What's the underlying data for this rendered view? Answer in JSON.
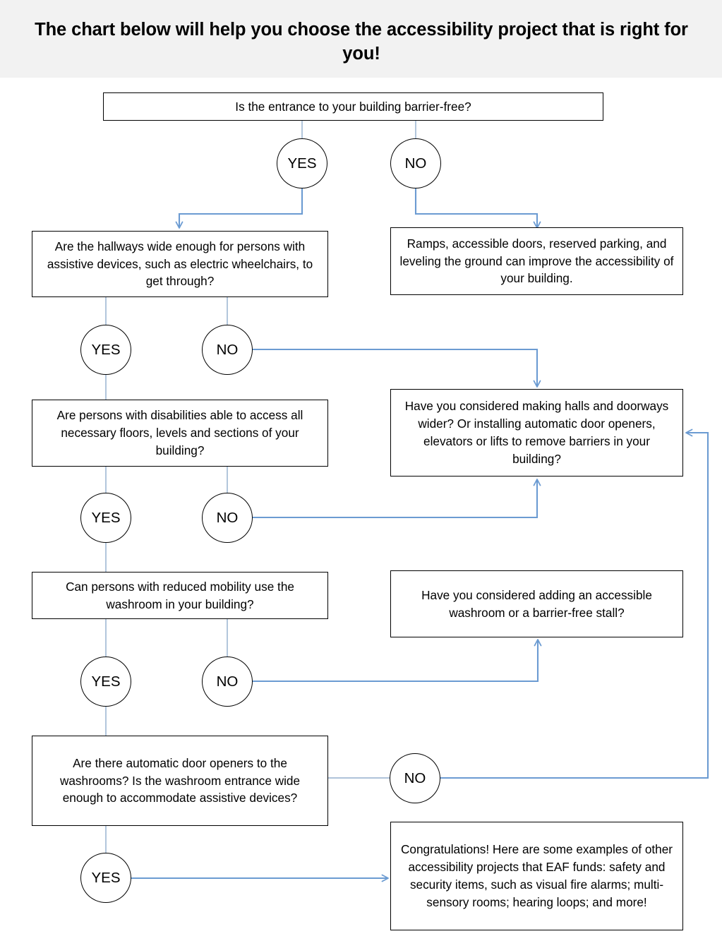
{
  "header": {
    "title": "The chart below will help you choose the accessibility project that is right for you!",
    "background_color": "#f2f2f2"
  },
  "colors": {
    "connector_blue": "#6b9bd2",
    "connector_thin": "#7f9fc4",
    "node_border": "#000000",
    "text": "#000000",
    "page_background": "#ffffff"
  },
  "chart_data": {
    "type": "diagram",
    "title": "The chart below will help you choose the accessibility project that is right for you!",
    "diagram_kind": "decision-flowchart",
    "nodes": [
      {
        "id": "q1",
        "kind": "question",
        "text": "Is the entrance to your building barrier-free?"
      },
      {
        "id": "q1-yes",
        "kind": "decision",
        "text": "YES"
      },
      {
        "id": "q1-no",
        "kind": "decision",
        "text": "NO"
      },
      {
        "id": "q2",
        "kind": "question",
        "text": "Are the hallways wide enough for persons with assistive devices, such as electric wheelchairs, to get through?"
      },
      {
        "id": "a1",
        "kind": "outcome",
        "text": "Ramps, accessible doors, reserved parking, and leveling the ground can improve the accessibility of your building."
      },
      {
        "id": "q2-yes",
        "kind": "decision",
        "text": "YES"
      },
      {
        "id": "q2-no",
        "kind": "decision",
        "text": "NO"
      },
      {
        "id": "q3",
        "kind": "question",
        "text": "Are persons with disabilities able to access all necessary floors, levels and sections of your building?"
      },
      {
        "id": "a2",
        "kind": "outcome",
        "text": "Have you considered making halls and doorways wider? Or installing automatic door openers, elevators or lifts to remove barriers in your building?"
      },
      {
        "id": "q3-yes",
        "kind": "decision",
        "text": "YES"
      },
      {
        "id": "q3-no",
        "kind": "decision",
        "text": "NO"
      },
      {
        "id": "q4",
        "kind": "question",
        "text": "Can persons with reduced mobility use the washroom in your building?"
      },
      {
        "id": "a3",
        "kind": "outcome",
        "text": "Have you considered adding an accessible washroom or a barrier-free stall?"
      },
      {
        "id": "q4-yes",
        "kind": "decision",
        "text": "YES"
      },
      {
        "id": "q4-no",
        "kind": "decision",
        "text": "NO"
      },
      {
        "id": "q5",
        "kind": "question",
        "text": "Are there automatic door openers to the washrooms? Is the washroom entrance wide enough to accommodate assistive devices?"
      },
      {
        "id": "q5-no",
        "kind": "decision",
        "text": "NO"
      },
      {
        "id": "q5-yes",
        "kind": "decision",
        "text": "YES"
      },
      {
        "id": "a4",
        "kind": "outcome",
        "text": "Congratulations! Here are some examples of other accessibility projects that EAF funds: safety and security items, such as visual fire alarms; multi-sensory rooms; hearing loops; and more!"
      }
    ],
    "edges": [
      {
        "from": "q1",
        "to": "q1-yes",
        "label": ""
      },
      {
        "from": "q1",
        "to": "q1-no",
        "label": ""
      },
      {
        "from": "q1-yes",
        "to": "q2",
        "label": "YES"
      },
      {
        "from": "q1-no",
        "to": "a1",
        "label": "NO"
      },
      {
        "from": "q2",
        "to": "q2-yes",
        "label": ""
      },
      {
        "from": "q2",
        "to": "q2-no",
        "label": ""
      },
      {
        "from": "q2-yes",
        "to": "q3",
        "label": "YES"
      },
      {
        "from": "q2-no",
        "to": "a2",
        "label": "NO"
      },
      {
        "from": "q3",
        "to": "q3-yes",
        "label": ""
      },
      {
        "from": "q3",
        "to": "q3-no",
        "label": ""
      },
      {
        "from": "q3-yes",
        "to": "q4",
        "label": "YES"
      },
      {
        "from": "q3-no",
        "to": "a2",
        "label": "NO"
      },
      {
        "from": "q4",
        "to": "q4-yes",
        "label": ""
      },
      {
        "from": "q4",
        "to": "q4-no",
        "label": ""
      },
      {
        "from": "q4-yes",
        "to": "q5",
        "label": "YES"
      },
      {
        "from": "q4-no",
        "to": "a3",
        "label": "NO"
      },
      {
        "from": "q5",
        "to": "q5-no",
        "label": ""
      },
      {
        "from": "q5-no",
        "to": "a2",
        "label": "NO"
      },
      {
        "from": "q5",
        "to": "q5-yes",
        "label": ""
      },
      {
        "from": "q5-yes",
        "to": "a4",
        "label": "YES"
      }
    ]
  },
  "nodes": {
    "q1": "Is the entrance to your building barrier-free?",
    "q1_yes": "YES",
    "q1_no": "NO",
    "q2": "Are the hallways wide enough for persons with assistive devices, such as electric wheelchairs, to get through?",
    "a1": "Ramps, accessible doors, reserved parking, and leveling the ground can improve the accessibility of your building.",
    "q2_yes": "YES",
    "q2_no": "NO",
    "q3": "Are persons with disabilities able to access all necessary floors, levels and sections of your building?",
    "a2": "Have you considered making halls and doorways wider? Or installing automatic door openers, elevators or lifts to remove barriers in your building?",
    "q3_yes": "YES",
    "q3_no": "NO",
    "q4": "Can persons with reduced mobility use the washroom in your building?",
    "a3": "Have you considered adding an accessible washroom or a barrier-free stall?",
    "q4_yes": "YES",
    "q4_no": "NO",
    "q5": "Are there automatic door openers to the washrooms? Is the washroom entrance wide enough to accommodate assistive devices?",
    "q5_no": "NO",
    "q5_yes": "YES",
    "a4": "Congratulations! Here are some examples of other accessibility projects that EAF funds: safety and security items, such as visual fire alarms; multi-sensory rooms; hearing loops; and more!"
  }
}
